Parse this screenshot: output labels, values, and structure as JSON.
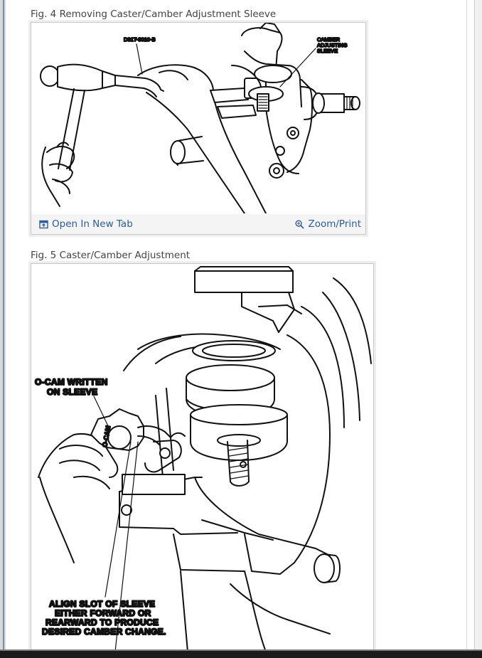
{
  "figures": [
    {
      "caption": "Fig. 4 Removing Caster/Camber Adjustment Sleeve",
      "labels": {
        "part_number": "D81T-3010-B",
        "callout_line1": "CAMBER",
        "callout_line2": "ADJUSTING",
        "callout_line3": "SLEEVE"
      },
      "actions": {
        "open_new_tab": "Open In New Tab",
        "zoom_print": "Zoom/Print"
      }
    },
    {
      "caption": "Fig. 5 Caster/Camber Adjustment",
      "labels": {
        "ocam_line1": "O-CAM WRITTEN",
        "ocam_line2": "ON SLEEVE",
        "cam_text": "O-CAM",
        "align_line1": "ALIGN SLOT OF SLEEVE",
        "align_line2": "EITHER FORWARD OR",
        "align_line3": "REARWARD TO PRODUCE",
        "align_line4": "DESIRED CAMBER CHANGE."
      }
    }
  ],
  "icons": {
    "open_tab": "open-in-new-tab-icon",
    "zoom": "magnifier-zoom-icon"
  },
  "colors": {
    "link": "#2a5d9f",
    "caption": "#444444"
  }
}
